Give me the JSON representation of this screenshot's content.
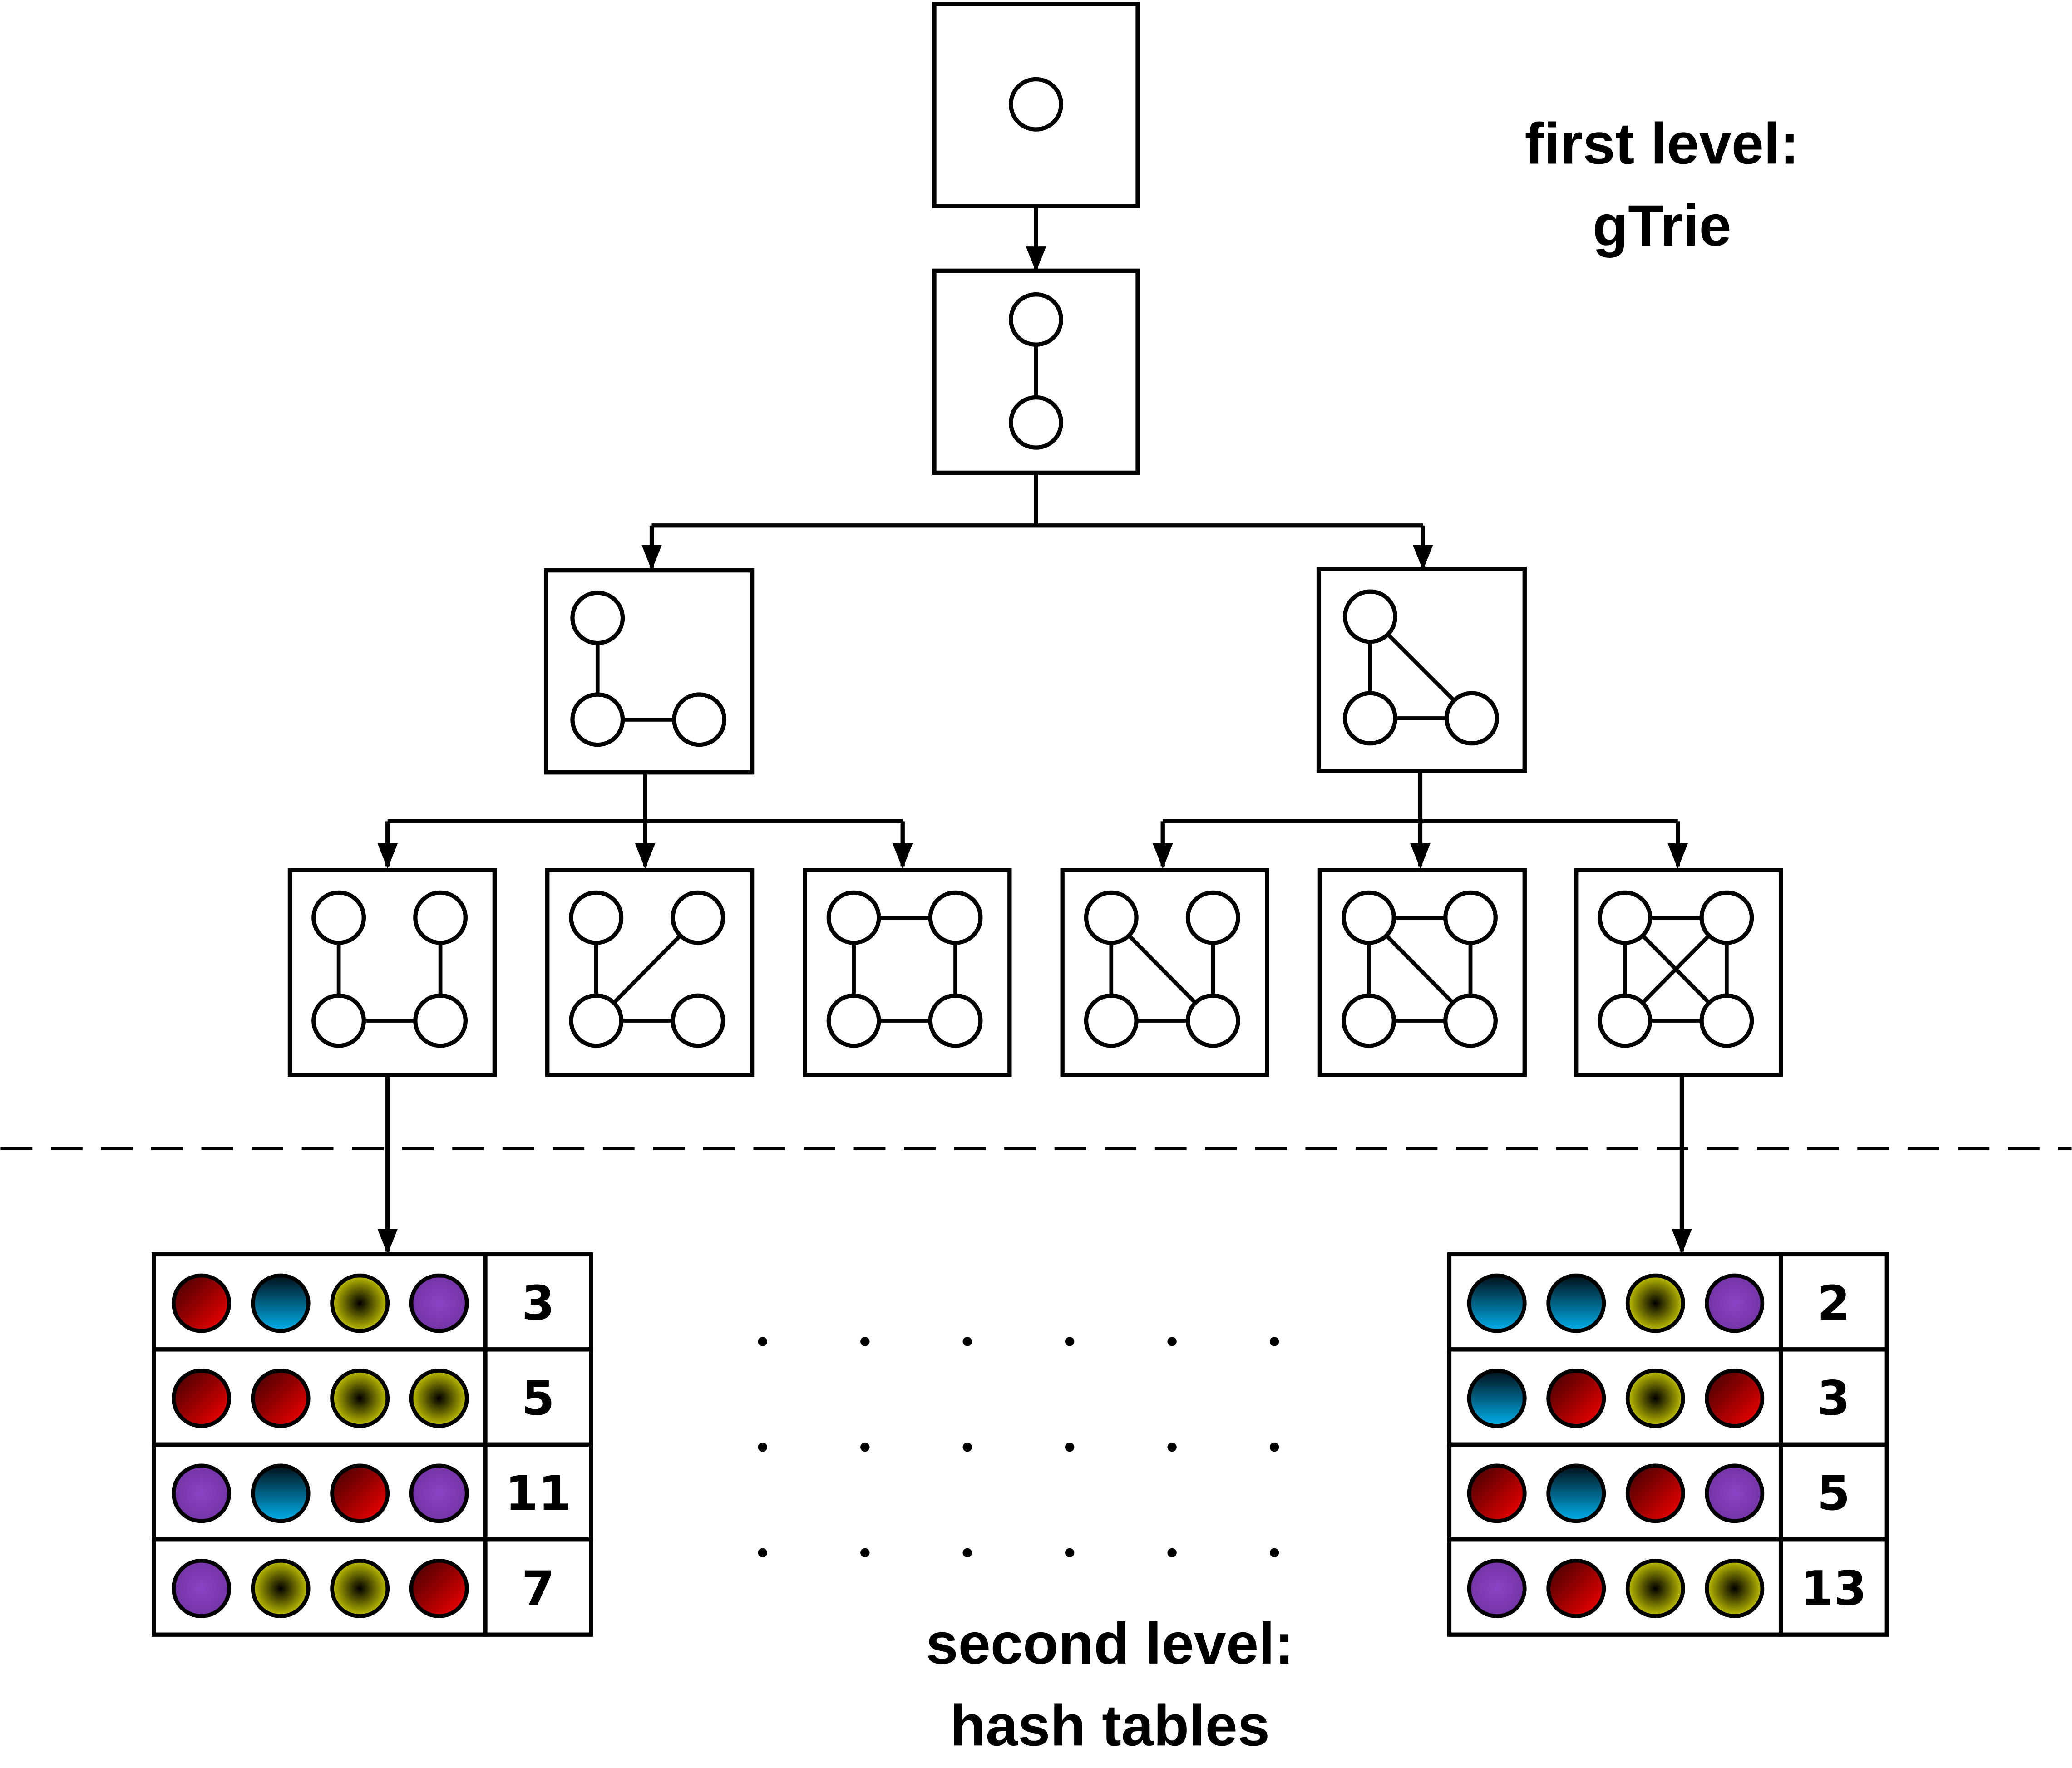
{
  "labels": {
    "first_level": [
      "first level:",
      "gTrie"
    ],
    "second_level": [
      "second level:",
      "hash tables"
    ]
  },
  "colors": {
    "red": "#e00000",
    "blue": "#00a8e0",
    "yellow": "#e0e000",
    "purple": "#8a44c4"
  },
  "trie": {
    "root": {
      "nodes": 1,
      "edges": []
    },
    "level2": {
      "nodes": 2,
      "edges": [
        [
          0,
          1
        ]
      ]
    },
    "level3": [
      {
        "name": "path-3",
        "edges": [
          [
            "top",
            "bl"
          ],
          [
            "bl",
            "br"
          ]
        ]
      },
      {
        "name": "triangle",
        "edges": [
          [
            "top",
            "bl"
          ],
          [
            "bl",
            "br"
          ],
          [
            "top",
            "br"
          ]
        ]
      }
    ],
    "level4": [
      {
        "name": "path-4",
        "parent": 0,
        "edges": [
          [
            "tl",
            "bl"
          ],
          [
            "bl",
            "br"
          ],
          [
            "br",
            "tr"
          ]
        ]
      },
      {
        "name": "star-like",
        "parent": 0,
        "edges": [
          [
            "tl",
            "bl"
          ],
          [
            "bl",
            "br"
          ],
          [
            "bl",
            "tr"
          ]
        ]
      },
      {
        "name": "cycle-4",
        "parent": 0,
        "edges": [
          [
            "tl",
            "tr"
          ],
          [
            "tl",
            "bl"
          ],
          [
            "tr",
            "br"
          ],
          [
            "bl",
            "br"
          ]
        ]
      },
      {
        "name": "tailed-triangle",
        "parent": 1,
        "edges": [
          [
            "tl",
            "bl"
          ],
          [
            "bl",
            "br"
          ],
          [
            "tl",
            "br"
          ],
          [
            "tr",
            "br"
          ]
        ]
      },
      {
        "name": "diamond",
        "parent": 1,
        "edges": [
          [
            "tl",
            "tr"
          ],
          [
            "tl",
            "bl"
          ],
          [
            "tr",
            "br"
          ],
          [
            "bl",
            "br"
          ],
          [
            "tl",
            "br"
          ]
        ]
      },
      {
        "name": "clique-4",
        "parent": 1,
        "edges": [
          [
            "tl",
            "tr"
          ],
          [
            "tl",
            "bl"
          ],
          [
            "tr",
            "br"
          ],
          [
            "bl",
            "br"
          ],
          [
            "tl",
            "br"
          ],
          [
            "tr",
            "bl"
          ]
        ]
      }
    ]
  },
  "hash_tables": [
    {
      "name": "left-hash-table",
      "rows": [
        {
          "colors": [
            "red",
            "blue",
            "yellow",
            "purple"
          ],
          "count": "3"
        },
        {
          "colors": [
            "red",
            "red",
            "yellow",
            "yellow"
          ],
          "count": "5"
        },
        {
          "colors": [
            "purple",
            "blue",
            "red",
            "purple"
          ],
          "count": "11"
        },
        {
          "colors": [
            "purple",
            "yellow",
            "yellow",
            "red"
          ],
          "count": "7"
        }
      ]
    },
    {
      "name": "right-hash-table",
      "rows": [
        {
          "colors": [
            "blue",
            "blue",
            "yellow",
            "purple"
          ],
          "count": "2"
        },
        {
          "colors": [
            "blue",
            "red",
            "yellow",
            "red"
          ],
          "count": "3"
        },
        {
          "colors": [
            "red",
            "blue",
            "red",
            "purple"
          ],
          "count": "5"
        },
        {
          "colors": [
            "purple",
            "red",
            "yellow",
            "yellow"
          ],
          "count": "13"
        }
      ]
    }
  ],
  "ellipsis_grid": {
    "rows": 3,
    "cols": 6
  }
}
